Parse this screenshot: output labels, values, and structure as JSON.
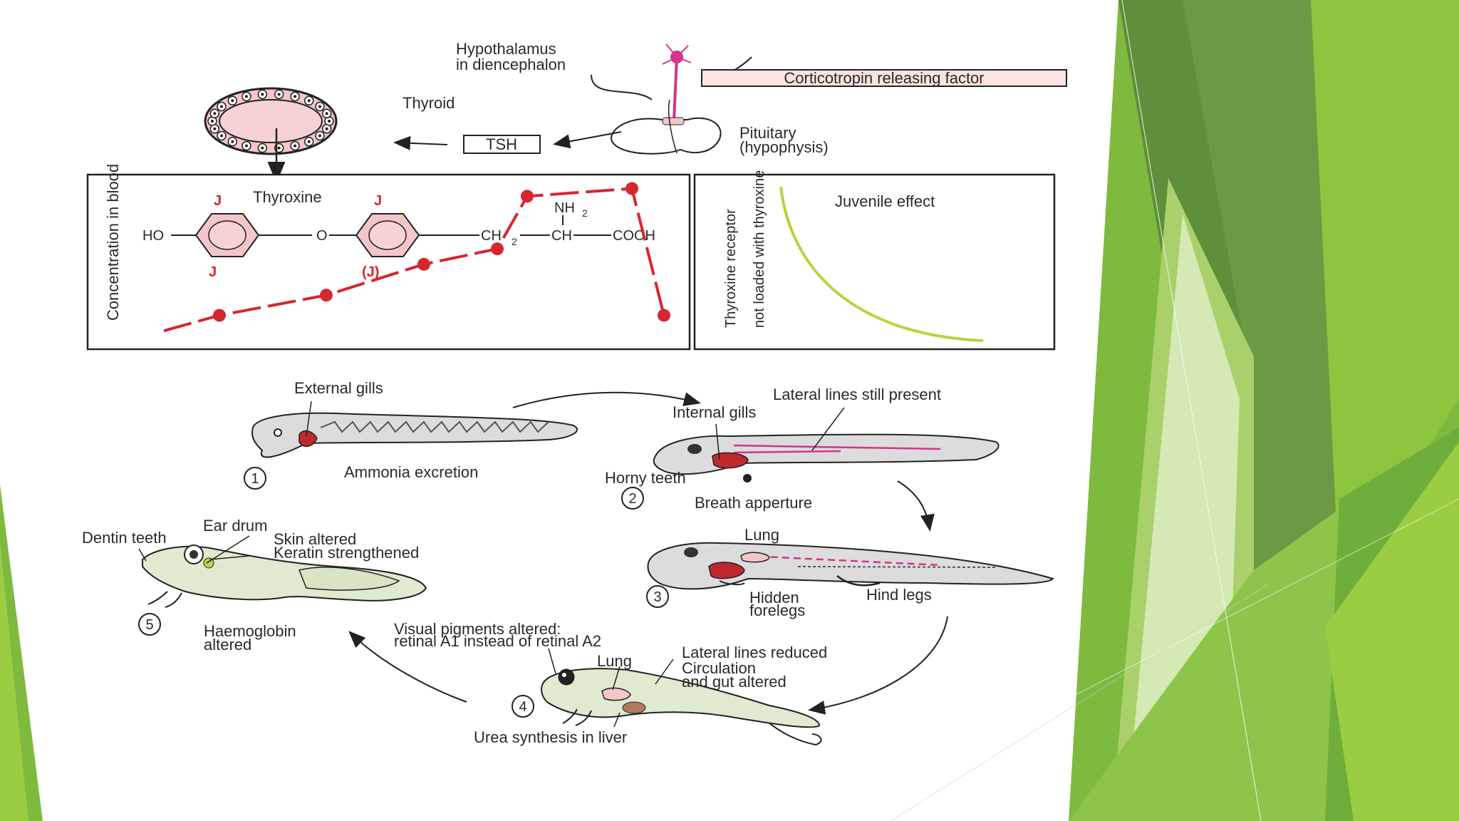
{
  "slide": {
    "colors": {
      "green_dark": "#5f9140",
      "green_mid": "#78b33c",
      "green_light": "#a6d05a",
      "green_pale": "#d9ebbf",
      "red": "#d7262e",
      "pink": "#f5c6c9",
      "yellow_green": "#b9d33c",
      "magenta": "#d6338a"
    }
  },
  "hormone": {
    "hypothalamus_line1": "Hypothalamus",
    "hypothalamus_line2": "in diencephalon",
    "crf": "Corticotropin releasing factor",
    "thyroid": "Thyroid",
    "tsh": "TSH",
    "pituitary_line1": "Pituitary",
    "pituitary_line2": "(hypophysis)"
  },
  "thyroxine_panel": {
    "ylabel": "Concentration in blood",
    "title": "Thyroxine",
    "iodine": "J",
    "iodine_paren": "(J)",
    "ho": "HO",
    "o": "O",
    "ch2": "CH",
    "sub2": "2",
    "nh2": "NH",
    "ch": "CH",
    "cooh": "COOH",
    "curve_points": [
      [
        1,
        0.05
      ],
      [
        2,
        0.15
      ],
      [
        3,
        0.28
      ],
      [
        4,
        0.48
      ],
      [
        5,
        0.58
      ],
      [
        6,
        0.92
      ],
      [
        7,
        0.97
      ],
      [
        8,
        0.15
      ]
    ]
  },
  "juvenile_panel": {
    "title": "Juvenile effect",
    "ylabel_line1": "Thyroxine receptor",
    "ylabel_line2": "not loaded with thyroxine"
  },
  "stages": {
    "s1": {
      "num": "1",
      "external_gills": "External gills",
      "ammonia": "Ammonia excretion"
    },
    "s2": {
      "num": "2",
      "lateral_lines": "Lateral lines still present",
      "internal_gills": "Internal gills",
      "horny_teeth": "Horny teeth",
      "breath": "Breath apperture"
    },
    "s3": {
      "num": "3",
      "lung": "Lung",
      "hidden_line1": "Hidden",
      "hidden_line2": "forelegs",
      "hind_legs": "Hind legs"
    },
    "s4": {
      "num": "4",
      "visual_line1": "Visual pigments altered:",
      "visual_line2": "retinal A1 instead of retinal A2",
      "lung": "Lung",
      "lateral_reduced": "Lateral lines reduced",
      "circ_line1": "Circulation",
      "circ_line2": "and gut altered",
      "urea": "Urea synthesis in liver"
    },
    "s5": {
      "num": "5",
      "ear_drum": "Ear drum",
      "dentin": "Dentin teeth",
      "skin_line1": "Skin altered",
      "skin_line2": "Keratin strengthened",
      "haemo_line1": "Haemoglobin",
      "haemo_line2": "altered"
    }
  }
}
